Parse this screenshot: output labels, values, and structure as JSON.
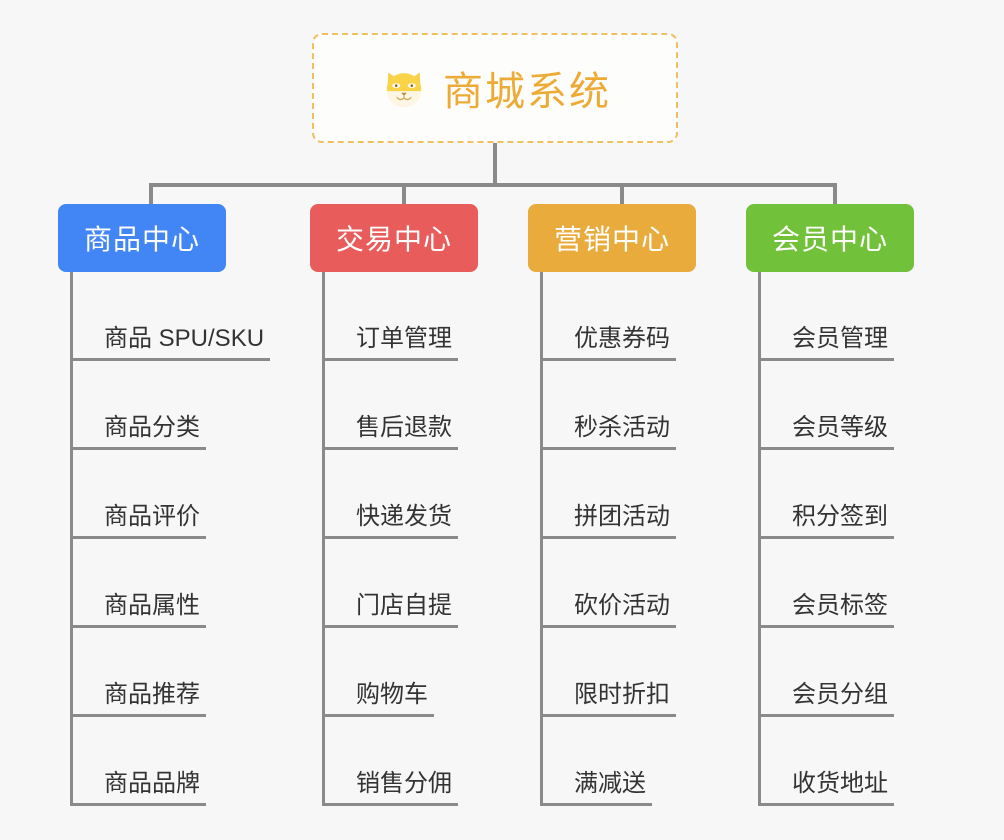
{
  "page": {
    "background_color": "#f7f7f7",
    "type": "mindmap"
  },
  "root": {
    "title": "商城系统",
    "icon": "shiba-dog-face-icon",
    "text_color": "#edab36",
    "border_color": "#f0c060",
    "background": "#fdfdfc"
  },
  "connector_color": "#8a8a8a",
  "branches": [
    {
      "label": "商品中心",
      "color": "#4285f4",
      "items": [
        "商品 SPU/SKU",
        "商品分类",
        "商品评价",
        "商品属性",
        "商品推荐",
        "商品品牌"
      ]
    },
    {
      "label": "交易中心",
      "color": "#e85c5c",
      "items": [
        "订单管理",
        "售后退款",
        "快递发货",
        "门店自提",
        "购物车",
        "销售分佣"
      ]
    },
    {
      "label": "营销中心",
      "color": "#e8ab3c",
      "items": [
        "优惠券码",
        "秒杀活动",
        "拼团活动",
        "砍价活动",
        "限时折扣",
        "满减送"
      ]
    },
    {
      "label": "会员中心",
      "color": "#72c13b",
      "items": [
        "会员管理",
        "会员等级",
        "积分签到",
        "会员标签",
        "会员分组",
        "收货地址"
      ]
    }
  ]
}
